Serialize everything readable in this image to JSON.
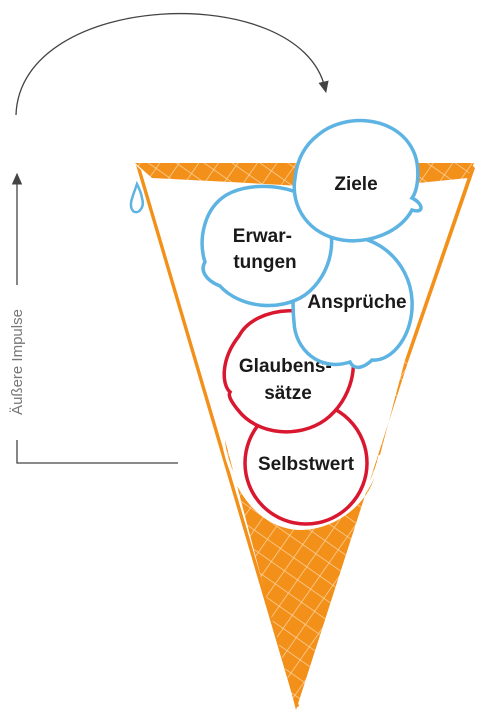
{
  "side_label": "Äußere Impulse",
  "scoops": [
    {
      "id": "ziele",
      "lines": [
        "Ziele"
      ],
      "ring": "blue"
    },
    {
      "id": "erwartungen",
      "lines": [
        "Erwar-",
        "tungen"
      ],
      "ring": "blue"
    },
    {
      "id": "ansprueche",
      "lines": [
        "Ansprüche"
      ],
      "ring": "blue"
    },
    {
      "id": "glaubenssaetze",
      "lines": [
        "Glaubens-",
        "sätze"
      ],
      "ring": "red"
    },
    {
      "id": "selbstwert",
      "lines": [
        "Selbstwert"
      ],
      "ring": "red"
    }
  ],
  "colors": {
    "cone": "#f39019",
    "cone_pattern": "#fcd7a8",
    "blue_ring": "#5db3e2",
    "red_ring": "#d9182f",
    "arrow": "#444444",
    "side_text": "#777777"
  }
}
